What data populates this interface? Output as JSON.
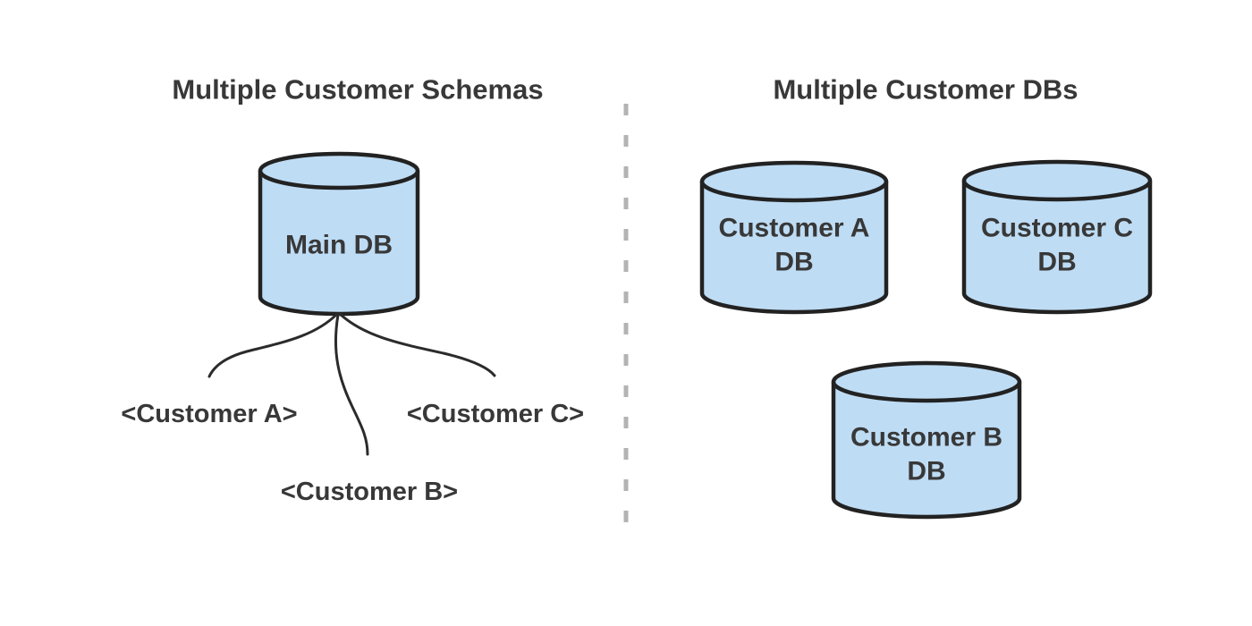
{
  "colors": {
    "background": "#ffffff",
    "cylinder_fill": "#bedcf4",
    "cylinder_stroke": "#222222",
    "text": "#383838",
    "connector": "#2b2b2b",
    "divider": "#b3b3b3"
  },
  "left_panel": {
    "title": "Multiple Customer Schemas",
    "main_db": {
      "label": "Main DB"
    },
    "schemas": [
      {
        "label": "<Customer A>"
      },
      {
        "label": "<Customer B>"
      },
      {
        "label": "<Customer C>"
      }
    ]
  },
  "right_panel": {
    "title": "Multiple Customer DBs",
    "databases": [
      {
        "line1": "Customer A",
        "line2": "DB"
      },
      {
        "line1": "Customer C",
        "line2": "DB"
      },
      {
        "line1": "Customer B",
        "line2": "DB"
      }
    ]
  }
}
